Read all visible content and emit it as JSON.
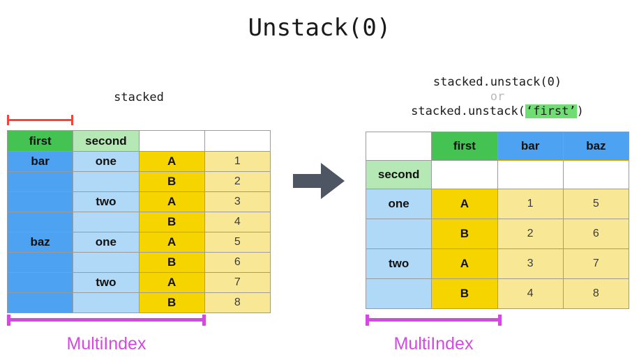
{
  "title": "Unstack(0)",
  "left": {
    "caption": "stacked",
    "multiindex_label": "MultiIndex",
    "columns": [
      "first",
      "second",
      "",
      ""
    ],
    "header": [
      "first",
      "second",
      "",
      ""
    ],
    "rows": [
      [
        "bar",
        "one",
        "A",
        "1"
      ],
      [
        "",
        "",
        "B",
        "2"
      ],
      [
        "",
        "two",
        "A",
        "3"
      ],
      [
        "",
        "",
        "B",
        "4"
      ],
      [
        "baz",
        "one",
        "A",
        "5"
      ],
      [
        "",
        "",
        "B",
        "6"
      ],
      [
        "",
        "two",
        "A",
        "7"
      ],
      [
        "",
        "",
        "B",
        "8"
      ]
    ]
  },
  "right": {
    "caption_line1": "stacked.unstack(0)",
    "caption_or": "or",
    "caption_line3_prefix": "stacked.unstack(",
    "caption_line3_arg": "‘first’",
    "caption_line3_suffix": ")",
    "multiindex_label": "MultiIndex",
    "header_row1": [
      "",
      "first",
      "bar",
      "baz"
    ],
    "header_row2": [
      "second",
      "",
      "",
      ""
    ],
    "rows": [
      [
        "one",
        "A",
        "1",
        "5"
      ],
      [
        "",
        "B",
        "2",
        "6"
      ],
      [
        "two",
        "A",
        "3",
        "7"
      ],
      [
        "",
        "B",
        "4",
        "8"
      ]
    ]
  },
  "arrow": {
    "name": "right-arrow",
    "color": "#4e5663"
  },
  "colors": {
    "green": "#44c252",
    "light_green": "#b5e8b5",
    "blue": "#4da2f2",
    "light_blue": "#b0d9f8",
    "gold": "#f5d400",
    "pale_yellow": "#f8e795",
    "bracket_red": "#f4453c",
    "bracket_purple": "#d34ae0",
    "highlight_green": "#6fdd72",
    "or_gray": "#b8b8b8"
  }
}
